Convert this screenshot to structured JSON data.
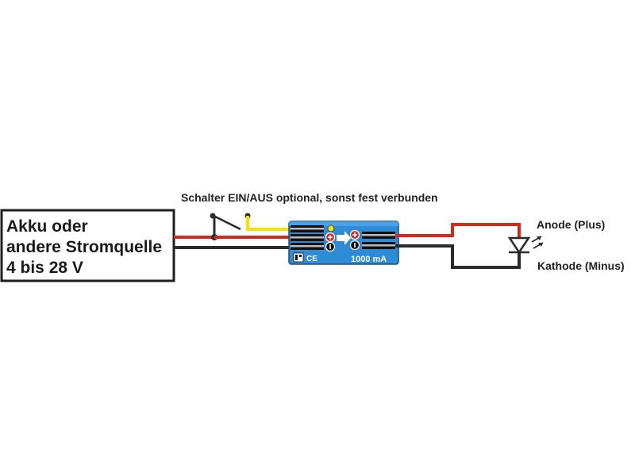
{
  "source": {
    "lines": [
      "Akku oder",
      "andere Stromquelle",
      "4 bis 28 V"
    ]
  },
  "switch_label": "Schalter EIN/AUS optional, sonst fest verbunden",
  "module": {
    "rating": "1000 mA",
    "ce_mark": "CE"
  },
  "led": {
    "anode_label": "Anode (Plus)",
    "cathode_label": "Kathode (Minus)"
  },
  "colors": {
    "red_wire": "#d42a1e",
    "black_wire": "#2b2b2b",
    "yellow_wire": "#f5e400",
    "module_blue": "#2e8bd6",
    "module_dark_blue": "#12507e"
  },
  "icons": [
    "plus-symbol-icon",
    "minus-symbol-icon",
    "arrow-right-icon",
    "led-diode-icon"
  ]
}
